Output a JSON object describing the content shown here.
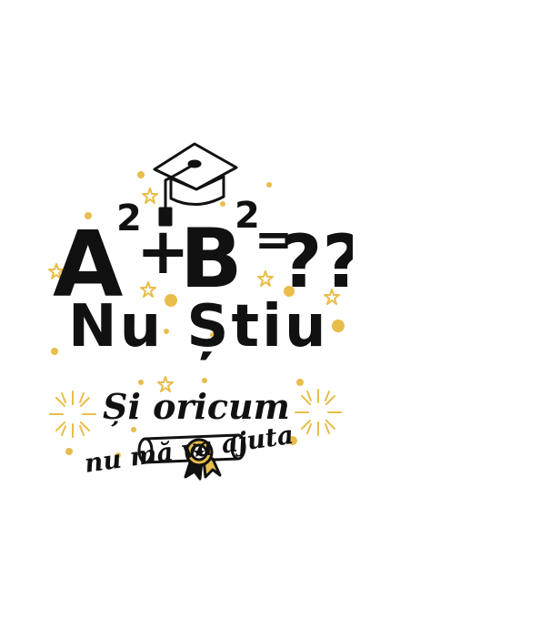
{
  "formula": {
    "a": "A",
    "a_exp": "2",
    "plus": "+",
    "b": "B",
    "b_exp": "2",
    "equals": "=",
    "question": "??"
  },
  "lines": {
    "main": "Nu Știu",
    "secondary": "Și oricum",
    "tertiary": "nu mă va ajuta"
  },
  "colors": {
    "ink": "#111111",
    "gold": "#e8bd4a"
  },
  "icons": [
    "graduation-cap-icon",
    "diploma-scroll-icon",
    "star-icon",
    "firework-icon"
  ]
}
